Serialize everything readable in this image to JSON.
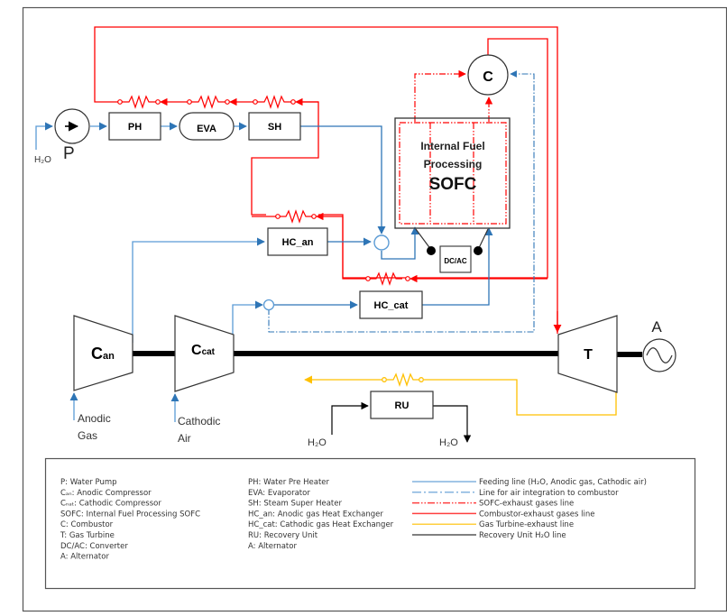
{
  "components": {
    "pump": {
      "label": "P",
      "inlet": "H₂O"
    },
    "pre_heater": {
      "label": "PH"
    },
    "evaporator": {
      "label": "EVA"
    },
    "super_heater": {
      "label": "SH"
    },
    "combustor": {
      "label": "C"
    },
    "sofc": {
      "line1": "Internal Fuel",
      "line2": "Processing",
      "line3": "SOFC"
    },
    "converter": {
      "label": "DC/AC"
    },
    "hc_an": {
      "label": "HC_an"
    },
    "hc_cat": {
      "label": "HC_cat"
    },
    "anodic_compressor": {
      "main": "C",
      "sub": "an",
      "inlet_line1": "Anodic",
      "inlet_line2": "Gas"
    },
    "cathodic_compressor": {
      "main": "C",
      "sub": "cat",
      "inlet_line1": "Cathodic",
      "inlet_line2": "Air"
    },
    "turbine": {
      "label": "T"
    },
    "alternator": {
      "label": "A"
    },
    "recovery_unit": {
      "label": "RU",
      "inlet": "H₂O",
      "outlet": "H₂O"
    }
  },
  "legend": {
    "col1": [
      "P: Water Pump",
      "Cₐₙ: Anodic Compressor",
      "Cₙₐₜ: Cathodic Compressor",
      "SOFC: Internal Fuel Processing SOFC",
      "C: Combustor",
      "T: Gas Turbine",
      "DC/AC: Converter",
      "A: Alternator"
    ],
    "col2": [
      "PH: Water Pre Heater",
      "EVA: Evaporator",
      "SH: Steam Super Heater",
      "HC_an: Anodic gas Heat Exchanger",
      "HC_cat: Cathodic gas Heat Exchanger",
      "RU: Recovery Unit",
      "A: Alternator"
    ],
    "lines": [
      {
        "label": "Feeding line (H₂O, Anodic gas, Cathodic air)",
        "color": "#5b9bd5",
        "style": "solid"
      },
      {
        "label": "Line for air integration to combustor",
        "color": "#5b9bd5",
        "style": "dashdot"
      },
      {
        "label": "SOFC-exhaust gases line",
        "color": "#ff0000",
        "style": "dashdotdot"
      },
      {
        "label": "Combustor-exhaust gases line",
        "color": "#ff0000",
        "style": "solid"
      },
      {
        "label": "Gas Turbine-exhaust line",
        "color": "#ffc000",
        "style": "solid"
      },
      {
        "label": "Recovery Unit H₂O line",
        "color": "#000000",
        "style": "solid"
      }
    ]
  },
  "colors": {
    "feed": "#5b9bd5",
    "feed_dark": "#2e75b6",
    "exhaust": "#ff0000",
    "turbine_exhaust": "#ffc000",
    "water": "#000000"
  }
}
